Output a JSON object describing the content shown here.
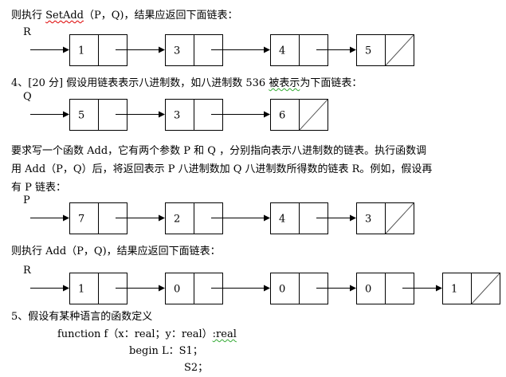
{
  "lines": {
    "l1_a": "则执行 ",
    "l1_fn": "SetAdd",
    "l1_b": "（P，Q)，结果应返回下面链表：",
    "q4_a": "4、[20 分]  假设用链表表示八进制数，如八进制数 536 ",
    "q4_b": "被表示",
    "q4_c": "为下面链表：",
    "p1": "要求写一个函数 Add，它有两个参数 P 和 Q ，分别指向表示八进制数的链表。执行函数调",
    "p2": "用 Add（P，Q）后，将返回表示 P 八进制数加 Q 八进制数所得数的链表 R。例如，假设再",
    "p3": "有 P 链表：",
    "l2": "则执行 Add（P，Q)，结果应返回下面链表：",
    "q5": "5、假设有某种语言的函数定义",
    "code1_a": "function   f（x：real；y：real）",
    "code1_b": ":real",
    "code2": "begin   L：S1；",
    "code3": "S2；"
  },
  "lists": [
    {
      "label": "R",
      "values": [
        "1",
        "3",
        "4",
        "5"
      ]
    },
    {
      "label": "Q",
      "values": [
        "5",
        "3",
        "6"
      ]
    },
    {
      "label": "P",
      "values": [
        "7",
        "2",
        "4",
        "3"
      ]
    },
    {
      "label": "R",
      "values": [
        "1",
        "0",
        "0",
        "0",
        "1"
      ]
    }
  ]
}
